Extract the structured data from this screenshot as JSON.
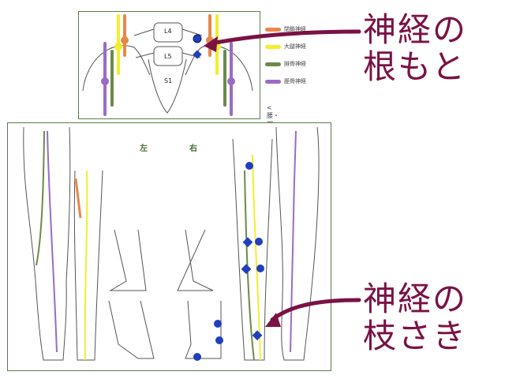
{
  "legend": [
    {
      "label": "閉鎖神経",
      "color": "#e8874a"
    },
    {
      "label": "大腿神経",
      "color": "#f2ee2e"
    },
    {
      "label": "腓骨神経",
      "color": "#6b8a4a"
    },
    {
      "label": "脛骨神経",
      "color": "#9b6bc4"
    }
  ],
  "caption": "<腰・脚・足>",
  "vertebra_labels": {
    "l4": "L4",
    "l5": "L5",
    "s1": "S1"
  },
  "side_labels": {
    "left": "左",
    "right": "右"
  },
  "callouts": {
    "root": {
      "line1": "神経の",
      "line2": "根もと"
    },
    "branch": {
      "line1": "神経の",
      "line2": "枝さき"
    }
  },
  "colors": {
    "accent": "#7a1245",
    "marker": "#1f3fbf",
    "border": "#5a7d4a"
  }
}
